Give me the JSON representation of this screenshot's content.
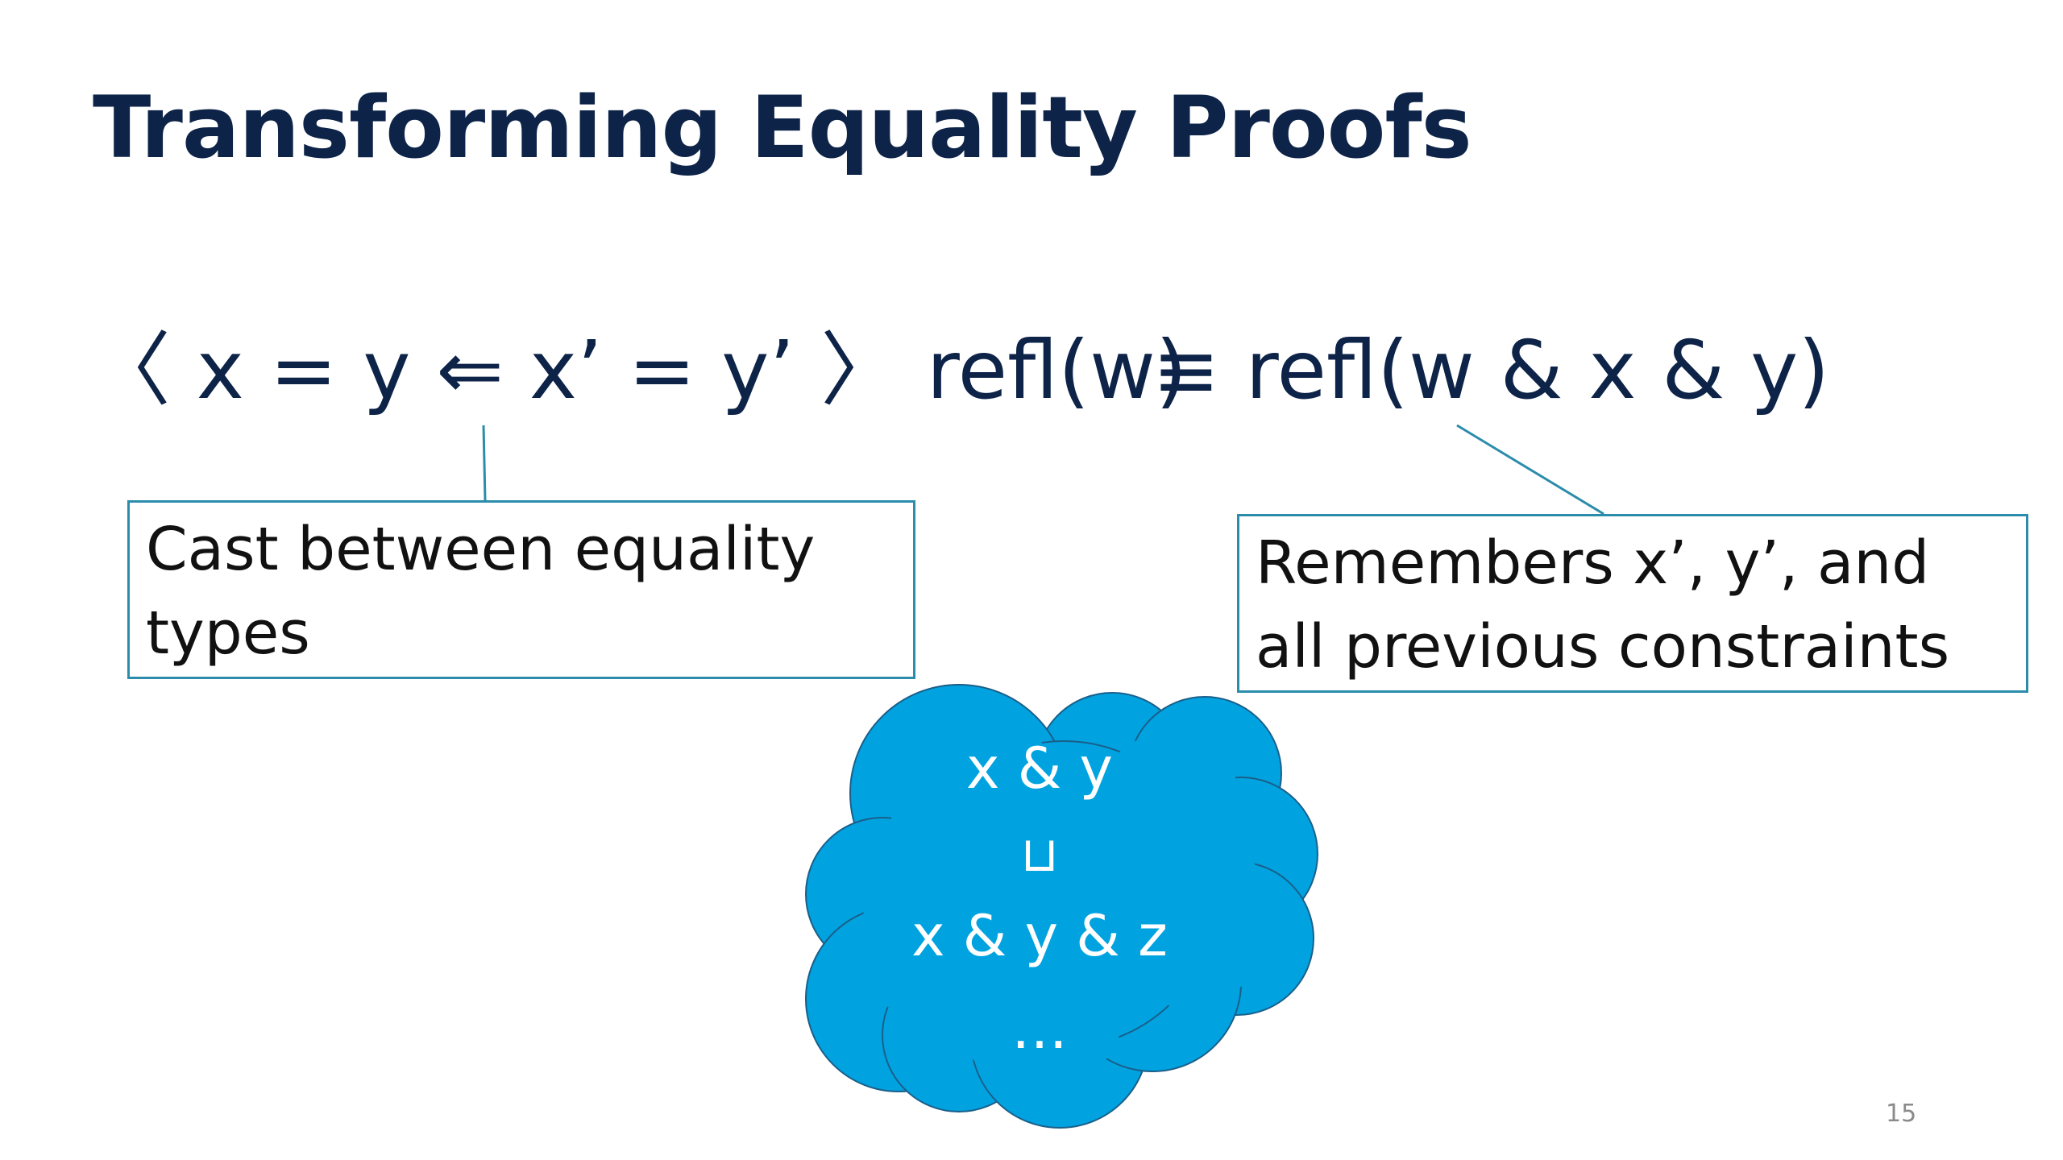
{
  "title": "Transforming Equality Proofs",
  "formula": {
    "left": "〈 x = y ⇐ x’ = y’ 〉 refl(w)",
    "right": "≡ refl(w & x & y)"
  },
  "callouts": {
    "cast": "Cast between equality types",
    "remembers_line1": "Remembers x’, y’, and",
    "remembers_line2": "all previous constraints"
  },
  "cloud": {
    "line1": "x & y",
    "line2": "⊔",
    "line3": "x & y & z",
    "line4": "…"
  },
  "page_number": "15",
  "colors": {
    "title": "#0d2348",
    "callout_border": "#2b8cab",
    "cloud_fill": "#00a3e0",
    "cloud_text": "#ffffff"
  }
}
